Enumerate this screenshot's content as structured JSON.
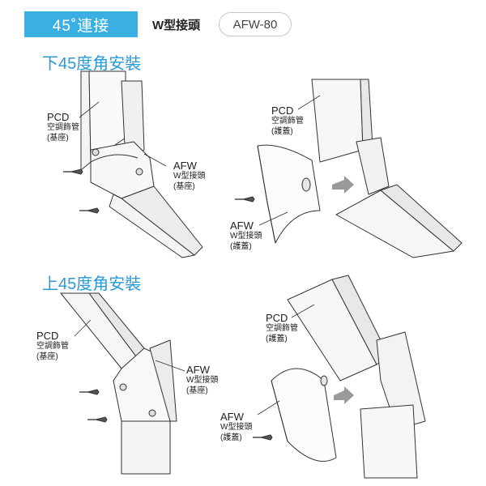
{
  "header": {
    "badge": "45˚連接",
    "type_label": "W型接頭",
    "model": "AFW-80"
  },
  "sections": {
    "lower": {
      "title": "下45度角安裝"
    },
    "upper": {
      "title": "上45度角安裝"
    }
  },
  "callouts": {
    "lower_left_pcd": {
      "main": "PCD",
      "line1": "空調飾管",
      "line2": "(基座)"
    },
    "lower_left_afw": {
      "main": "AFW",
      "line1": "W型接頭",
      "line2": "(基座)"
    },
    "lower_right_pcd": {
      "main": "PCD",
      "line1": "空調飾管",
      "line2": "(護蓋)"
    },
    "lower_right_afw": {
      "main": "AFW",
      "line1": "W型接頭",
      "line2": "(護蓋)"
    },
    "upper_left_pcd": {
      "main": "PCD",
      "line1": "空調飾管",
      "line2": "(基座)"
    },
    "upper_left_afw": {
      "main": "AFW",
      "line1": "W型接頭",
      "line2": "(基座)"
    },
    "upper_right_pcd": {
      "main": "PCD",
      "line1": "空調飾管",
      "line2": "(護蓋)"
    },
    "upper_right_afw": {
      "main": "AFW",
      "line1": "W型接頭",
      "line2": "(護蓋)"
    }
  },
  "colors": {
    "accent": "#3ab0e2",
    "title": "#2a9ad6",
    "arrow": "#9a9a9a"
  }
}
